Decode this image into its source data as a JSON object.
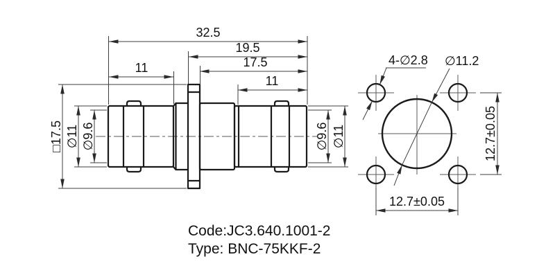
{
  "side_view": {
    "dims": {
      "total_length": "32.5",
      "flange_back_to_right_end": "19.5",
      "flange_front_to_right_end": "17.5",
      "left_coupling_length": "11",
      "right_coupling_length": "11",
      "flange_square_size": "□17.5",
      "left_outer_diameter": "∅11",
      "left_inner_diameter": "∅9.6",
      "right_inner_diameter": "∅9.6",
      "right_outer_diameter": "∅11"
    }
  },
  "front_view": {
    "dims": {
      "mounting_holes": "4-∅2.8",
      "center_hole_diameter": "∅11.2",
      "hole_pitch_vertical": "12.7±0.05",
      "hole_pitch_horizontal": "12.7±0.05"
    }
  },
  "footer": {
    "code": "Code:JC3.640.1001-2",
    "type": "Type: BNC-75KKF-2"
  },
  "colors": {
    "outline": "#1a1a1a",
    "thin_line": "#3c3c3c",
    "background": "#ffffff"
  }
}
